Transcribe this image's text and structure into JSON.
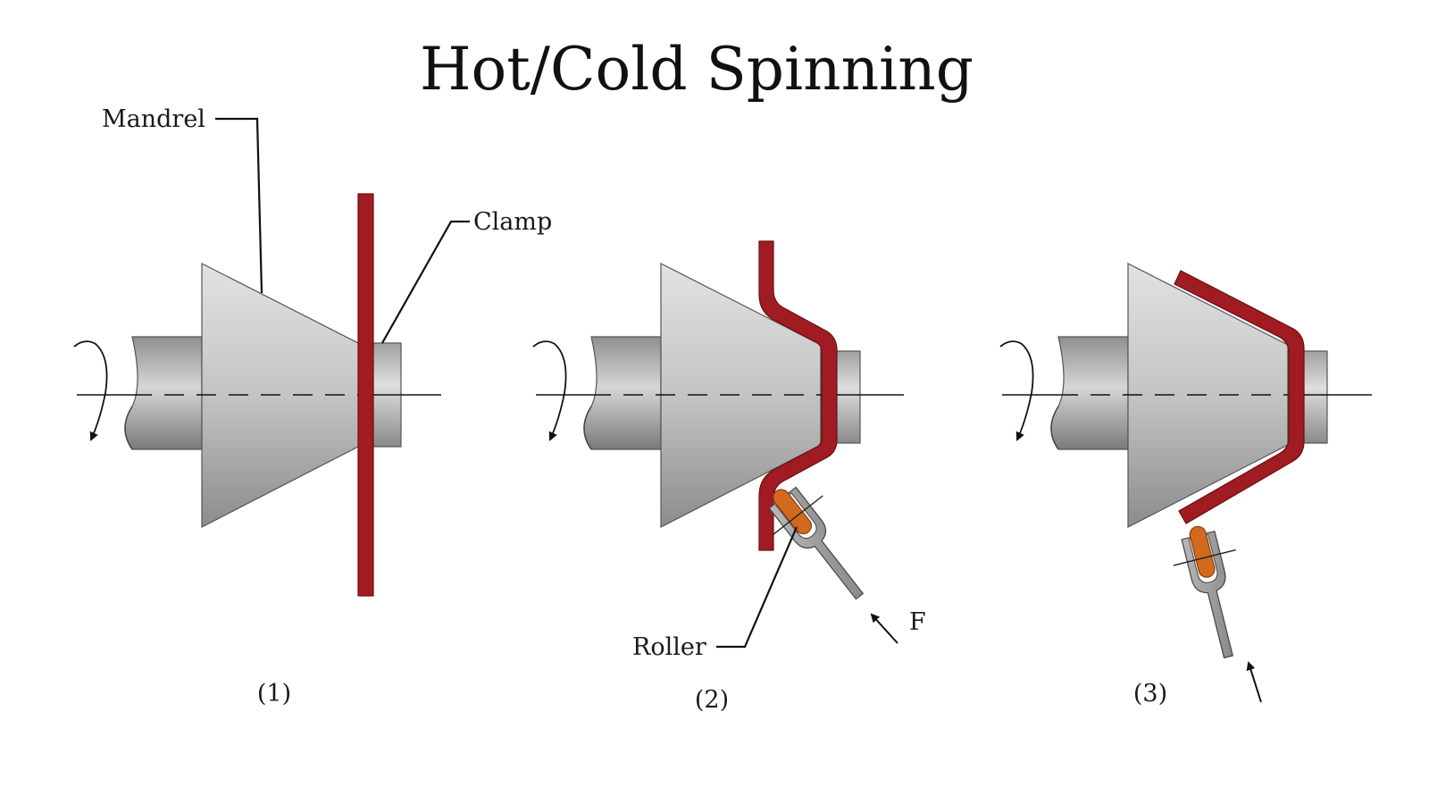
{
  "title": "Hot/Cold Spinning",
  "labels": {
    "mandrel": "Mandrel",
    "clamp": "Clamp",
    "roller": "Roller",
    "force": "F"
  },
  "stages": [
    "(1)",
    "(2)",
    "(3)"
  ],
  "colors": {
    "workpiece": "#a01c22",
    "roller": "#d2691e",
    "metal_light": "#dcdcdc",
    "metal_dark": "#8a8a8a"
  }
}
